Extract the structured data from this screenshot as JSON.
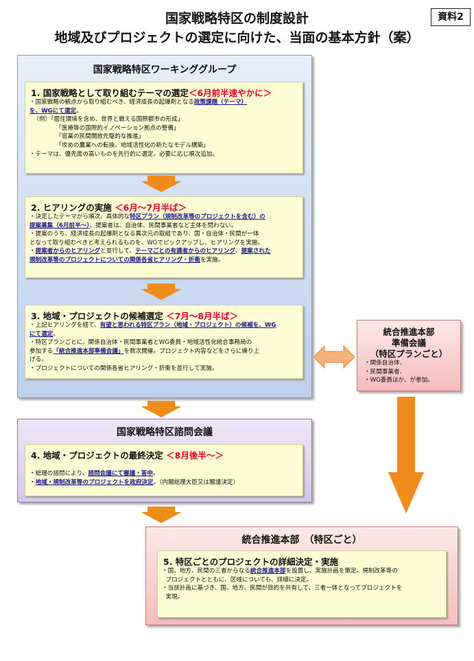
{
  "doc_tag": "資料2",
  "title_line1": "国家戦略特区の制度設計",
  "title_line2": "地域及びプロジェクトの選定に向けた、当面の基本方針（案）",
  "wg": {
    "heading": "国家戦略特区ワーキンググループ",
    "s1": {
      "title": "1. 国家戦略として取り組むテーマの選定",
      "time": "＜6月前半速やかに＞",
      "l1a": "・国家戦略の観点から取り組むべき、経済成長の起爆剤となる",
      "l1b": "政策課題（テーマ）",
      "l2": "を、WGにて選定",
      "l2b": "。",
      "l3": "（例）「居住環境を含め、世界と戦える国際都市の形成」",
      "l4": "「医療等の国際的イノベーション拠点の整備」",
      "l5": "「官業の民間開放先駆的な推進」",
      "l6": "「攻めの農業への転換、地域活性化の新たなモデル構築」",
      "l7": "・テーマは、優先度の高いものを先行的に選定。必要に応じ順次追加。"
    },
    "s2": {
      "title": "2. ヒアリングの実施",
      "time": "＜6月～7月半ば＞",
      "l1a": "・決定したテーマから順次、具体的な",
      "l1b": "特区プラン（規制改革等のプロジェクトを含む）の",
      "l2a": "提案募集（6月前半～）",
      "l2b": "。提案者は、自治体、民間事業者など主体を問わない。",
      "l3": "・提案のうち、経済成長の起爆剤となる異次元の取組であり、国・自治体・民間が一体",
      "l4": "となって取り組むべきと考えられるものを、WGでピックアップし、ヒアリングを実施。",
      "l5a": "・",
      "l5b": "提案者からのヒアリング",
      "l5c": "と並行して、",
      "l5d": "テーマごとの有識者からのヒアリング",
      "l5e": "、",
      "l5f": "提案された",
      "l6a": "規制改革等のプロジェクトについての関係各省ヒアリング・折衝",
      "l6b": "を実施。"
    },
    "s3": {
      "title": "3. 地域・プロジェクトの候補選定",
      "time": "＜7月～8月半ば＞",
      "l1a": "・上記ヒアリングを経て、",
      "l1b": "有望と思われる特区プラン（地域・プロジェクト）の候補を、WG",
      "l2a": "にて選定",
      "l2b": "。",
      "l3": "・特区プランごとに、関係自治体・民間事業者とWG委員・地域活性化統合事務局の",
      "l4a": "参加する",
      "l4b": "「統合推進本部準備会議」",
      "l4c": "を数次開催。プロジェクト内容などをさらに練り上",
      "l5": "げる。",
      "l6": "・プロジェクトについての関係各省ヒアリング・折衝を並行して実施。"
    }
  },
  "council": {
    "heading": "国家戦略特区諮問会議",
    "s4": {
      "title": "4. 地域・プロジェクトの最終決定",
      "time": "＜8月後半～＞",
      "l1a": "・総理の諮問により、",
      "l1b": "諮問会議にて審議・答申",
      "l1c": "。",
      "l2a": "・",
      "l2b": "地域・規制改革等のプロジェクトを政府決定",
      "l2c": "。（内閣総理大臣又は閣議決定）"
    }
  },
  "prep": {
    "h1": "統合推進本部",
    "h2": "準備会議",
    "h3": "（特区プランごと）",
    "l1": "・関係自治体、",
    "l2": "・民間事業者、",
    "l3": "・WG委員ほか、が参加。"
  },
  "hq": {
    "heading": "統合推進本部　（特区ごと）",
    "s5": {
      "title": "5. 特区ごとのプロジェクトの詳細決定・実施",
      "l1a": "・国、地方、民間の三者からなる",
      "l1b": "統合推進本部",
      "l1c": "を設置し、実施計画を策定。規制改革等の",
      "l2": "プロジェクトとともに、区域についても、詳細に決定。",
      "l3": "・当該計画に基づき、国、地方、民間が目的を共有して、三者一体となってプロジェクトを",
      "l4": "実現。"
    }
  },
  "colors": {
    "accent_red": "#e4002b",
    "arrow_orange": "#f08c1e",
    "link_blue": "#1a1a8f"
  }
}
